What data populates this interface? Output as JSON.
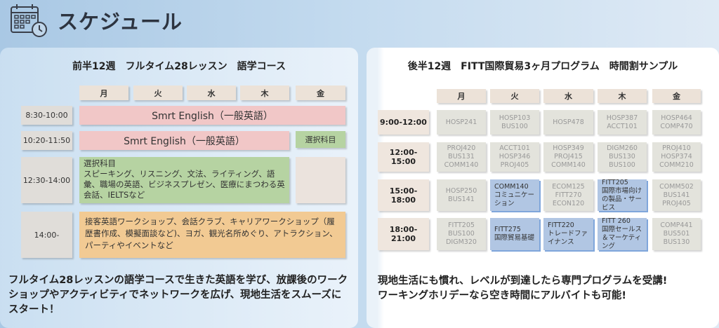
{
  "header": {
    "title": "スケジュール",
    "icon": "calendar-clock-icon"
  },
  "left": {
    "title": "前半12週　フルタイム28レッスン　語学コース",
    "days": [
      "月",
      "火",
      "水",
      "木",
      "金"
    ],
    "times": [
      "8:30-10:00",
      "10:20-11:50",
      "12:30-14:00",
      "14:00-"
    ],
    "row1": "Smrt English（一般英語）",
    "row2": "Smrt English（一般英語）",
    "row2_fri": "選択科目",
    "row3": "選択科目\nスピーキング、リスニング、文法、ライティング、語彙、職場の英語、ビジネスプレゼン、医療にまつわる英会話、IELTSなど",
    "row4": "接客英語ワークショップ、会話クラブ、キャリアワークショップ（履歴書作成、模擬面談など)、ヨガ、観光名所めぐり、アトラクション、パーティやイベントなど",
    "description": "フルタイム28レッスンの語学コースで生きた英語を学び、放課後のワークショップやアクティビティでネットワークを広げ、現地生活をスムーズにスタート！"
  },
  "right": {
    "title": "後半12週　FITT国際貿易3ヶ月プログラム　時間割サンプル",
    "days": [
      "月",
      "火",
      "水",
      "木",
      "金"
    ],
    "times": [
      "9:00-12:00",
      "12:00-15:00",
      "15:00-18:00",
      "18:00-21:00"
    ],
    "rows": [
      [
        "HOSP241",
        "HOSP103\nBUS100",
        "HOSP478",
        "HOSP387\nACCT101",
        "HOSP464\nCOMP470"
      ],
      [
        "PROJ420\nBUS131\nCOMM140",
        "ACCT101\nHOSP346\nPROJ405",
        "HOSP349\nPROJ415\nCOMM140",
        "DIGM260\nBUS130\nBUS100",
        "PROJ410\nHOSP374\nCOMM210"
      ],
      [
        "HOSP250\nBUS141",
        "COMM140\nコミュニケーション",
        "ECOM125\nFITT270\nECON120",
        "FITT205\n国際市場向けの製品・サービス",
        "COMM502\nBUS141\nPROJ405"
      ],
      [
        "FITT205\nBUS100\nDIGM320",
        "FITT275\n国際貿易基礎",
        "FITT220\nトレードファイナンス",
        "FITT 260\n国際セールス＆マーケティング",
        "COMP441\nBUS501\nBUS130"
      ]
    ],
    "highlighted": [
      [
        false,
        false,
        false,
        false,
        false
      ],
      [
        false,
        false,
        false,
        false,
        false
      ],
      [
        false,
        true,
        false,
        true,
        false
      ],
      [
        false,
        true,
        true,
        true,
        false
      ]
    ],
    "description": "現地生活にも慣れ、レベルが到達したら専門プログラムを受講!\nワーキングホリデーなら空き時間にアルバイトも可能!"
  }
}
